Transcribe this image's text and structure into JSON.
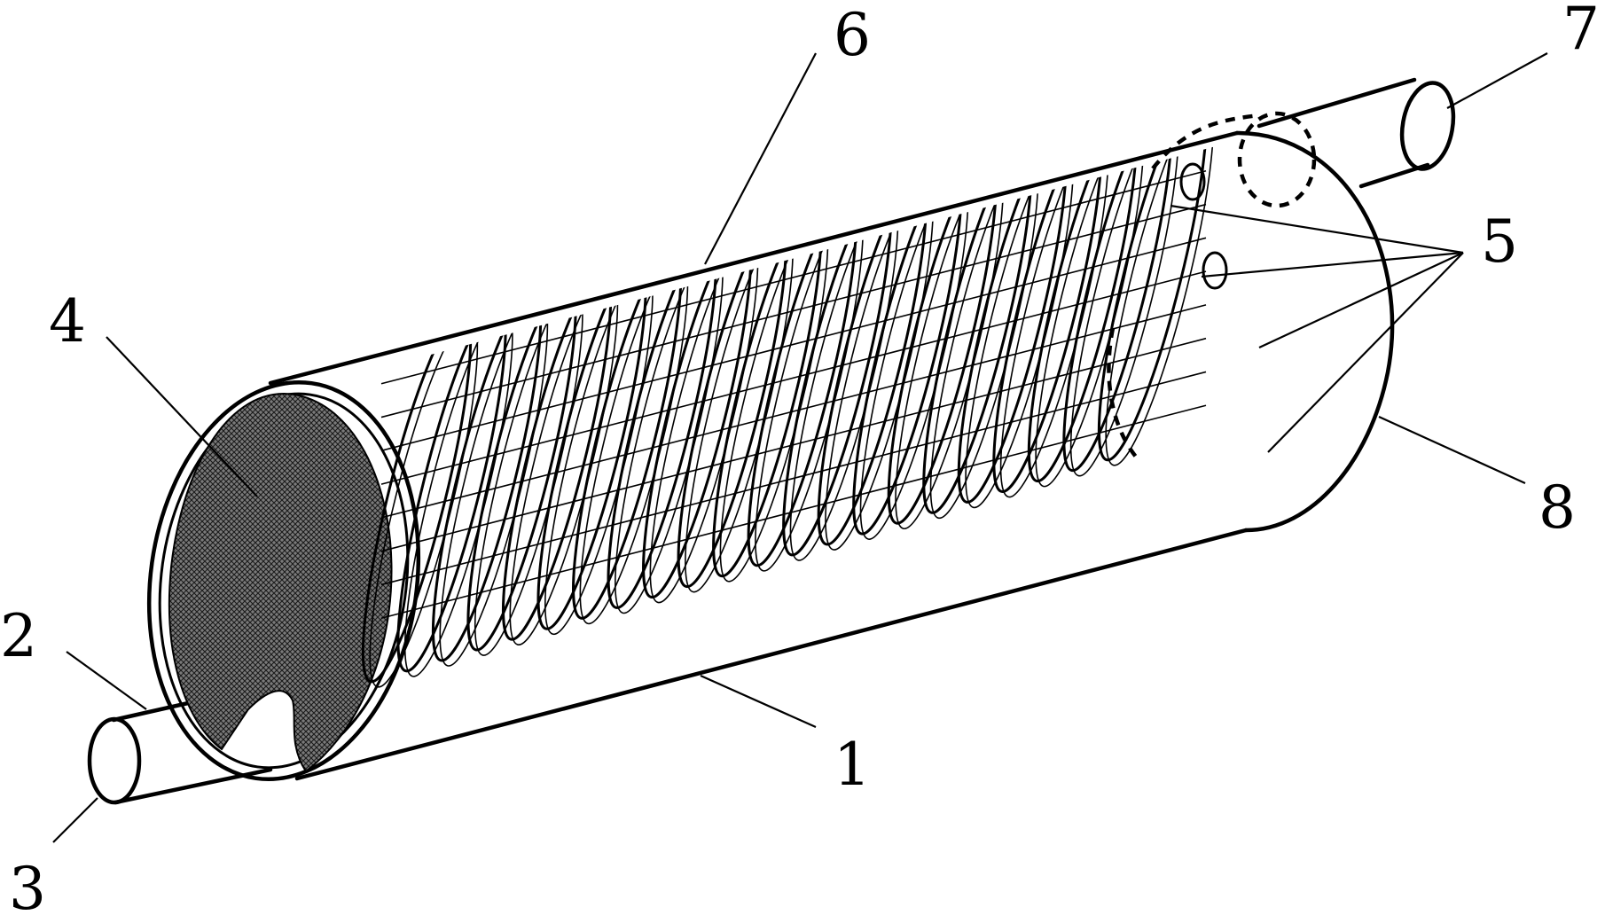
{
  "figure": {
    "background": "#ffffff",
    "ink": "#000000",
    "labels": {
      "l1": "1",
      "l2": "2",
      "l3": "3",
      "l4": "4",
      "l5": "5",
      "l6": "6",
      "l7": "7",
      "l8": "8"
    },
    "coil_turns": 22,
    "inner_tubes": 4
  }
}
